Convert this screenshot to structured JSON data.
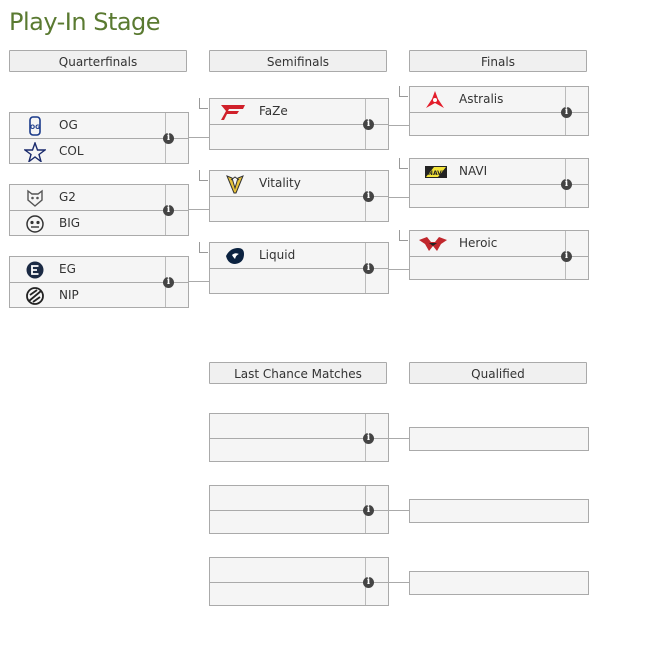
{
  "page": {
    "title": "Play-In Stage"
  },
  "headers": {
    "quarterfinals": "Quarterfinals",
    "semifinals": "Semifinals",
    "finals": "Finals",
    "last_chance": "Last Chance Matches",
    "qualified": "Qualified"
  },
  "quarterfinals": [
    {
      "team1": "OG",
      "team2": "COL"
    },
    {
      "team1": "G2",
      "team2": "BIG"
    },
    {
      "team1": "EG",
      "team2": "NIP"
    }
  ],
  "semifinals": [
    {
      "team1": "FaZe",
      "team2": ""
    },
    {
      "team1": "Vitality",
      "team2": ""
    },
    {
      "team1": "Liquid",
      "team2": ""
    }
  ],
  "finals": [
    {
      "team1": "Astralis",
      "team2": ""
    },
    {
      "team1": "NAVI",
      "team2": ""
    },
    {
      "team1": "Heroic",
      "team2": ""
    }
  ],
  "info_glyph": "i",
  "colors": {
    "title": "#5a7a31",
    "header_bg": "#f0f0f0",
    "border": "#aaaaaa"
  }
}
